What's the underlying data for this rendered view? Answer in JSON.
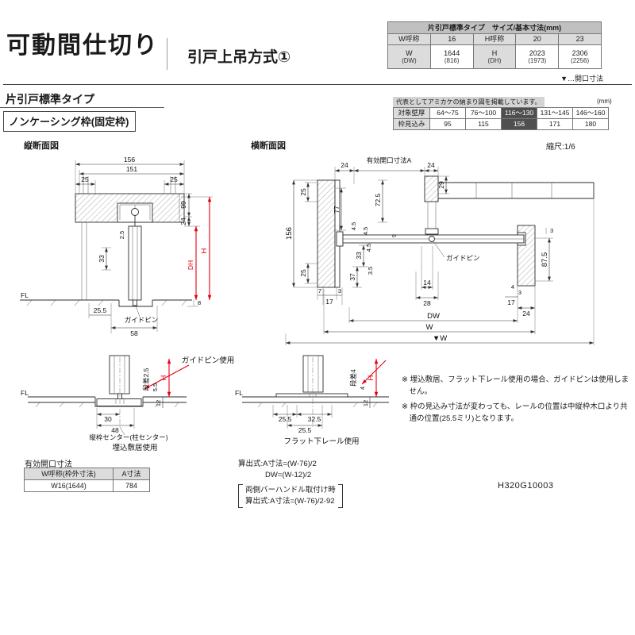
{
  "colors": {
    "accent_red": "#e60012",
    "highlight_bg": "#4f4f4f",
    "cell_gray": "#dcdcdc",
    "bar_gray": "#c0c0c0"
  },
  "page": {
    "title": "可動間仕切り",
    "subtitle": "引戸上吊方式①",
    "doc_code": "H320G10003"
  },
  "size_table": {
    "header": "片引戸標準タイプ　サイズ/基本寸法(mm)",
    "r1": [
      "W呼称",
      "16",
      "H呼称",
      "20",
      "23"
    ],
    "r2": [
      {
        "a": "W",
        "b": "(DW)"
      },
      {
        "a": "1644",
        "b": "(816)"
      },
      {
        "a": "H",
        "b": "(DH)"
      },
      {
        "a": "2023",
        "b": "(1973)"
      },
      {
        "a": "2306",
        "b": "(2256)"
      }
    ],
    "opening_note": "▼…開口寸法"
  },
  "section": {
    "type": "片引戸標準タイプ",
    "frame": "ノンケーシング枠(固定枠)"
  },
  "wall_table": {
    "note": "代表としてアミカケの納まり図を掲載しています。",
    "unit": "(mm)",
    "r1": [
      "対象壁厚",
      "64～75",
      "76～100",
      "116～130",
      "131～145",
      "146～160"
    ],
    "r2": [
      "枠見込み",
      "95",
      "115",
      "156",
      "171",
      "180"
    ]
  },
  "drawings": {
    "vsec": {
      "title": "縦断面図",
      "d156": "156",
      "d151": "151",
      "d25l": "25",
      "d25r": "25",
      "d99": "99",
      "d24": "24",
      "d2_5": "2.5",
      "d33": "33",
      "dh": "DH",
      "h": "H",
      "fl": "FL",
      "d8": "8",
      "d25_5": "25.5",
      "d58": "58",
      "guide_pin": "ガイドピン"
    },
    "hsec": {
      "title": "横断面図",
      "scale": "縮尺:1/6",
      "d24l": "24",
      "opening_a": "有効開口寸法A",
      "d24r": "24",
      "d29": "29",
      "d25t": "25",
      "d156": "156",
      "d25b": "25",
      "d77": "77",
      "d72_5": "72.5",
      "d4_5a": "4.5",
      "d4_5b": "4.5",
      "d9": "9",
      "d33": "33",
      "d37": "37",
      "d4_5c": "4.5",
      "d3_5": "3.5",
      "d3a": "3",
      "d87_5": "87.5",
      "d7": "7",
      "d17l": "17",
      "d3b": "3",
      "d14": "14",
      "d28": "28",
      "d4": "4",
      "d3c": "3",
      "d17r": "17",
      "d24b": "24",
      "dw": "DW",
      "w": "W",
      "w_open": "▼W",
      "guide_pin": "ガイドピン"
    },
    "details": {
      "caption_guide": "ガイドピン使用",
      "sill": {
        "fl": "FL",
        "step": "段差2.5",
        "d5_5": "5.5",
        "h": "H",
        "d12": "12",
        "d30": "30",
        "d48": "48",
        "center_note": "縦枠センター(柱センター)",
        "caption": "埋込敷居使用"
      },
      "rail": {
        "fl": "FL",
        "step": "段差4",
        "d4": "4",
        "h": "H",
        "d12": "12",
        "d25_5a": "25.5",
        "d32_5": "32.5",
        "d25_5b": "25.5",
        "caption": "フラット下レール使用"
      }
    }
  },
  "notes": [
    "※ 埋込敷居、フラット下レール使用の場合、ガイドピンは使用しません。",
    "※ 枠の見込み寸法が変わっても、レールの位置は中縦枠木口より共通の位置(25.5ミリ)となります。"
  ],
  "opening_table": {
    "title": "有効開口寸法",
    "col1": "W呼称(枠外寸法)",
    "col2": "A寸法",
    "val1": "W16(1644)",
    "val2": "784"
  },
  "formulas": {
    "line1": "算出式:A寸法=(W-76)/2",
    "line2": "DW=(W-12)/2",
    "bracket1": "両側バーハンドル取付け時",
    "bracket2": "算出式:A寸法=(W-76)/2-92"
  }
}
